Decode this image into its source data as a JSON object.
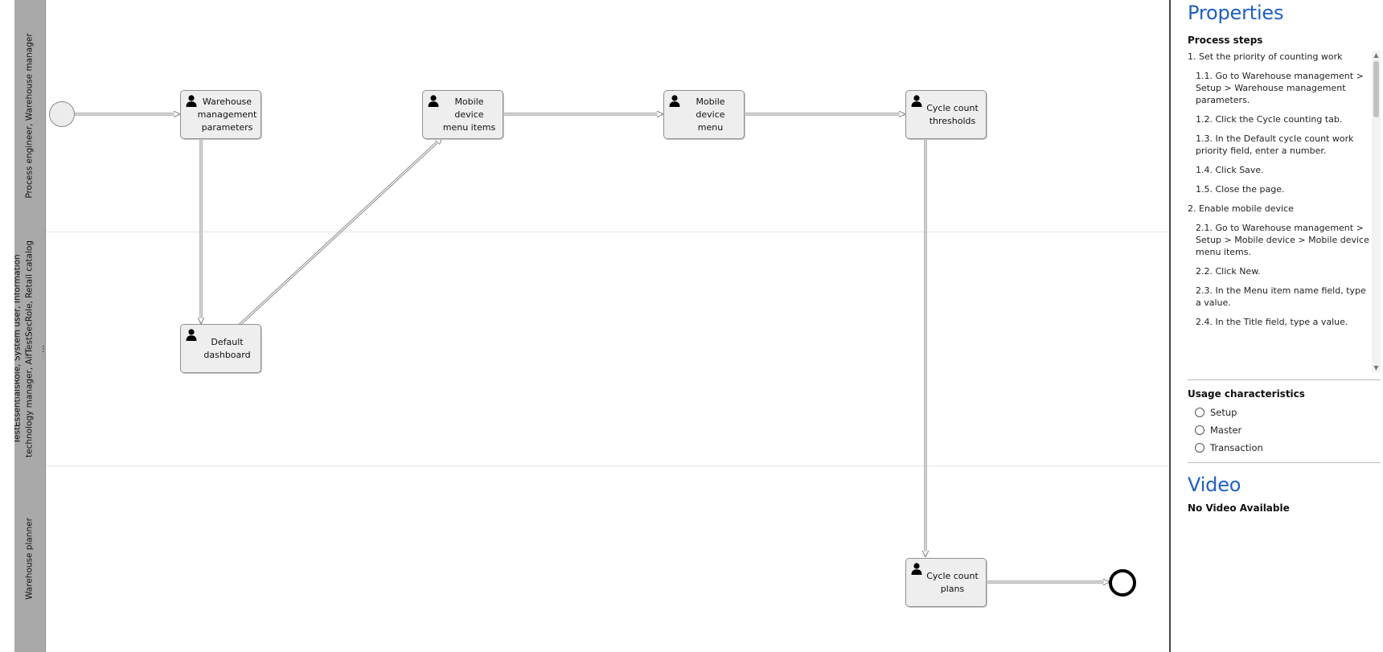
{
  "lanes": [
    {
      "label": "Process engineer, Warehouse manager"
    },
    {
      "label": "TestEssentialsRole, System user, Information technology manager, AifTestSecRole, Retail catalog ..."
    },
    {
      "label": "Warehouse planner"
    }
  ],
  "tasks": {
    "wmp": "Warehouse\nmanagement\nparameters",
    "mdmi": "Mobile\ndevice\nmenu items",
    "mdm": "Mobile\ndevice\nmenu",
    "cct": "Cycle count\nthresholds",
    "dd": "Default\ndashboard",
    "ccp": "Cycle count\nplans"
  },
  "properties": {
    "title": "Properties",
    "process_steps_heading": "Process steps",
    "steps": [
      {
        "text": "1. Set the priority of counting work",
        "level": 0
      },
      {
        "text": "1.1. Go to Warehouse management > Setup > Warehouse management parameters.",
        "level": 1
      },
      {
        "text": "1.2. Click the Cycle counting tab.",
        "level": 1
      },
      {
        "text": "1.3. In the Default cycle count work priority field, enter a number.",
        "level": 1
      },
      {
        "text": "1.4. Click Save.",
        "level": 1
      },
      {
        "text": "1.5. Close the page.",
        "level": 1
      },
      {
        "text": "2. Enable mobile device",
        "level": 0
      },
      {
        "text": "2.1. Go to Warehouse management > Setup > Mobile device > Mobile device menu items.",
        "level": 1
      },
      {
        "text": "2.2. Click New.",
        "level": 1
      },
      {
        "text": "2.3. In the Menu item name field, type a value.",
        "level": 1
      },
      {
        "text": "2.4. In the Title field, type a value.",
        "level": 1
      }
    ],
    "usage_heading": "Usage characteristics",
    "usage_options": [
      "Setup",
      "Master",
      "Transaction"
    ]
  },
  "video": {
    "title": "Video",
    "message": "No Video Available"
  },
  "colors": {
    "heading": "#1e5fc8",
    "lane_header": "#a9a9a9",
    "task_fill": "#eeeeee"
  },
  "icons": {
    "task": "person-icon",
    "scroll_up": "scroll-up-icon",
    "scroll_down": "scroll-down-icon"
  }
}
